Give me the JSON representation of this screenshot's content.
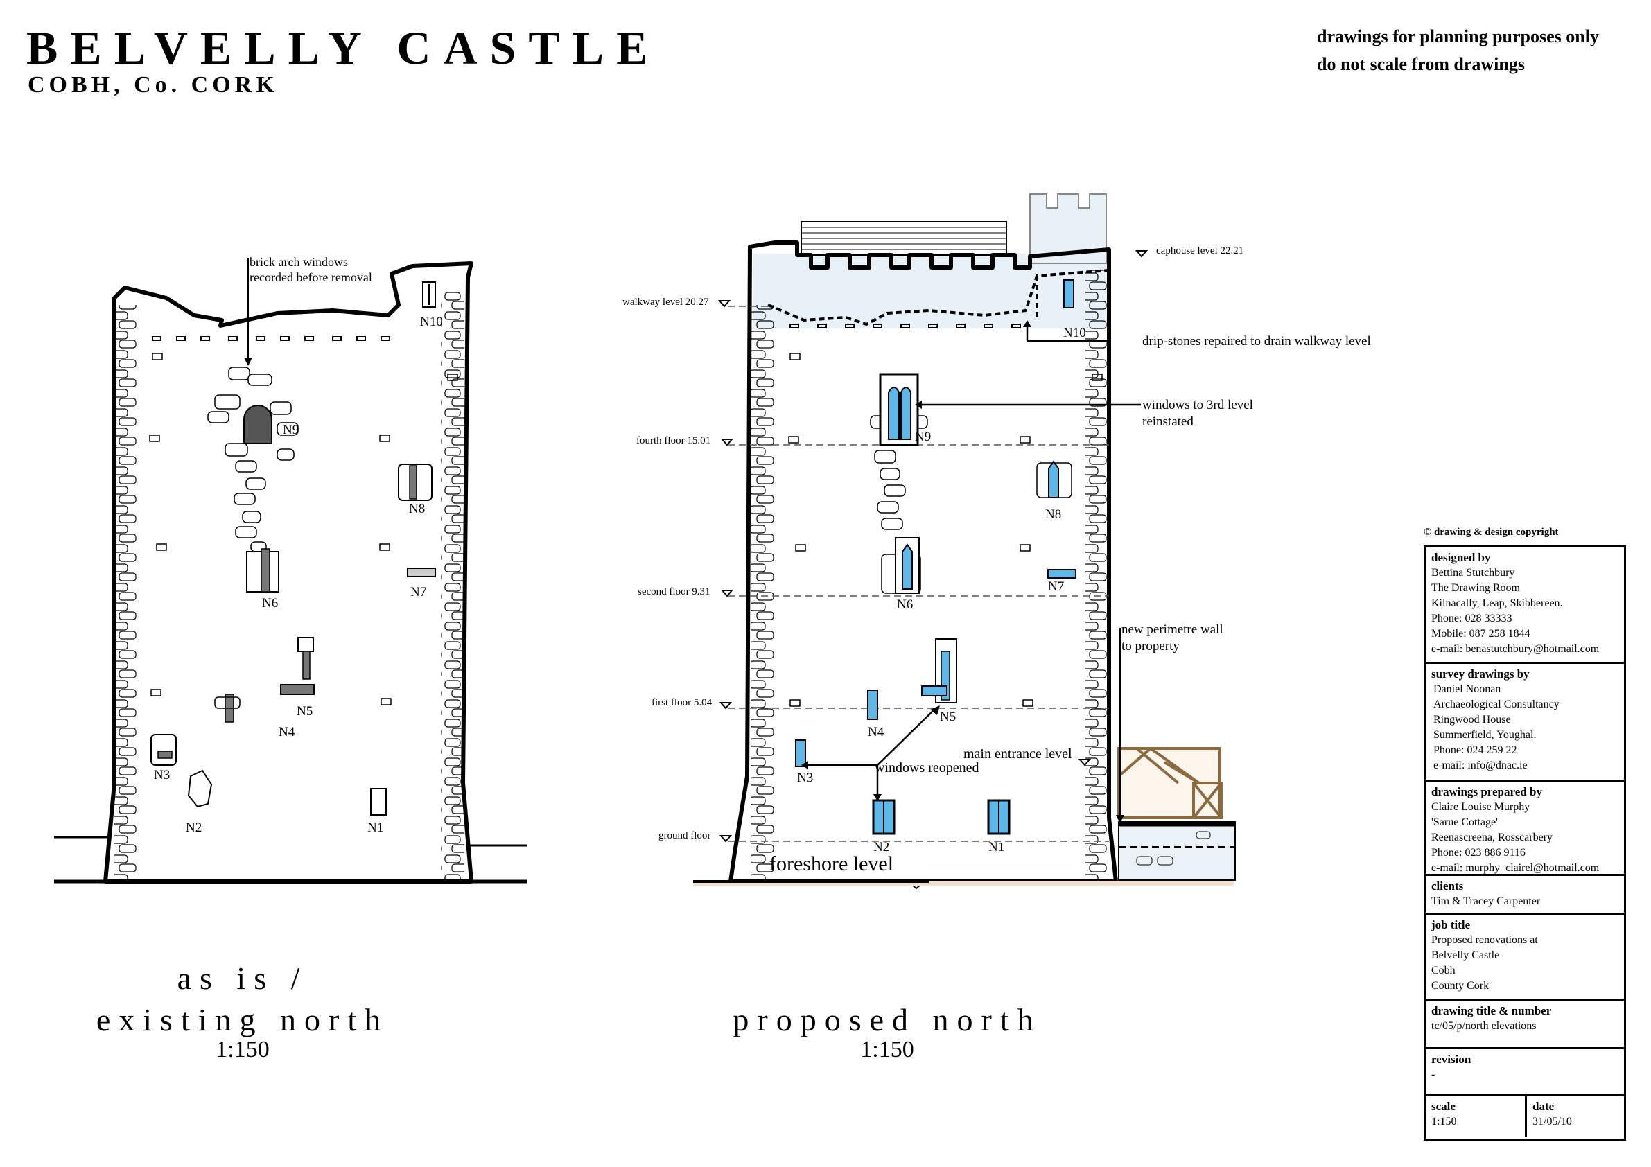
{
  "header": {
    "title": "BELVELLY CASTLE",
    "subtitle": "COBH, Co. CORK",
    "note1": "drawings for planning purposes only",
    "note2": "do not scale from drawings"
  },
  "left_elevation": {
    "annotation": [
      "brick arch windows",
      "recorded before removal"
    ],
    "windows": [
      "N10",
      "N9",
      "N8",
      "N7",
      "N6",
      "N5",
      "N4",
      "N3",
      "N2",
      "N1"
    ],
    "caption_line1": "as is /",
    "caption_line2": "existing north",
    "scale": "1:150"
  },
  "right_elevation": {
    "levels": {
      "caphouse": "caphouse level 22.21",
      "walkway": "walkway level 20.27",
      "fourth": "fourth floor 15.01",
      "second": "second floor 9.31",
      "first": "first floor 5.04",
      "ground": "ground floor"
    },
    "annotations": {
      "drip": "drip-stones repaired to drain walkway level",
      "windows3_line1": "windows to 3rd level",
      "windows3_line2": "reinstated",
      "perimeter_line1": "new perimetre wall",
      "perimeter_line2": "to property",
      "main_entrance": "main entrance level",
      "reopened": "windows reopened",
      "foreshore": "foreshore level"
    },
    "windows": [
      "N10",
      "N9",
      "N8",
      "N7",
      "N6",
      "N5",
      "N4",
      "N3",
      "N2",
      "N1"
    ],
    "caption": "proposed north",
    "scale": "1:150"
  },
  "title_block": {
    "copyright": "© drawing & design copyright",
    "designed_by": {
      "heading": "designed by",
      "lines": [
        "Bettina Stutchbury",
        "The Drawing Room",
        "Kilnacally, Leap, Skibbereen.",
        "Phone: 028 33333",
        "Mobile: 087 258 1844",
        "e-mail: benastutchbury@hotmail.com"
      ]
    },
    "survey_by": {
      "heading": "survey drawings by",
      "lines": [
        "Daniel Noonan",
        "Archaeological Consultancy",
        "Ringwood House",
        "Summerfield, Youghal.",
        "Phone: 024 259 22",
        "e-mail: info@dnac.ie"
      ]
    },
    "prepared_by": {
      "heading": "drawings prepared by",
      "lines": [
        "Claire Louise Murphy",
        "'Sarue Cottage'",
        "Reenascreena, Rosscarbery",
        "Phone: 023 886 9116",
        "e-mail: murphy_clairel@hotmail.com"
      ]
    },
    "clients": {
      "heading": "clients",
      "lines": [
        "Tim & Tracey Carpenter"
      ]
    },
    "job_title": {
      "heading": "job title",
      "lines": [
        "Proposed renovations at",
        "Belvelly Castle",
        "Cobh",
        "County Cork"
      ]
    },
    "drawing_title": {
      "heading": "drawing title & number",
      "lines": [
        "tc/05/p/north elevations"
      ]
    },
    "revision": {
      "heading": "revision",
      "value": "-"
    },
    "scale": {
      "heading": "scale",
      "value": "1:150"
    },
    "date": {
      "heading": "date",
      "value": "31/05/10"
    }
  },
  "colors": {
    "glass": "#5bb8e8",
    "sky_fill": "#e8f1f8",
    "wall_line": "#000000",
    "timber": "#d2b48c",
    "ground_tint": "#f4e0d0"
  }
}
